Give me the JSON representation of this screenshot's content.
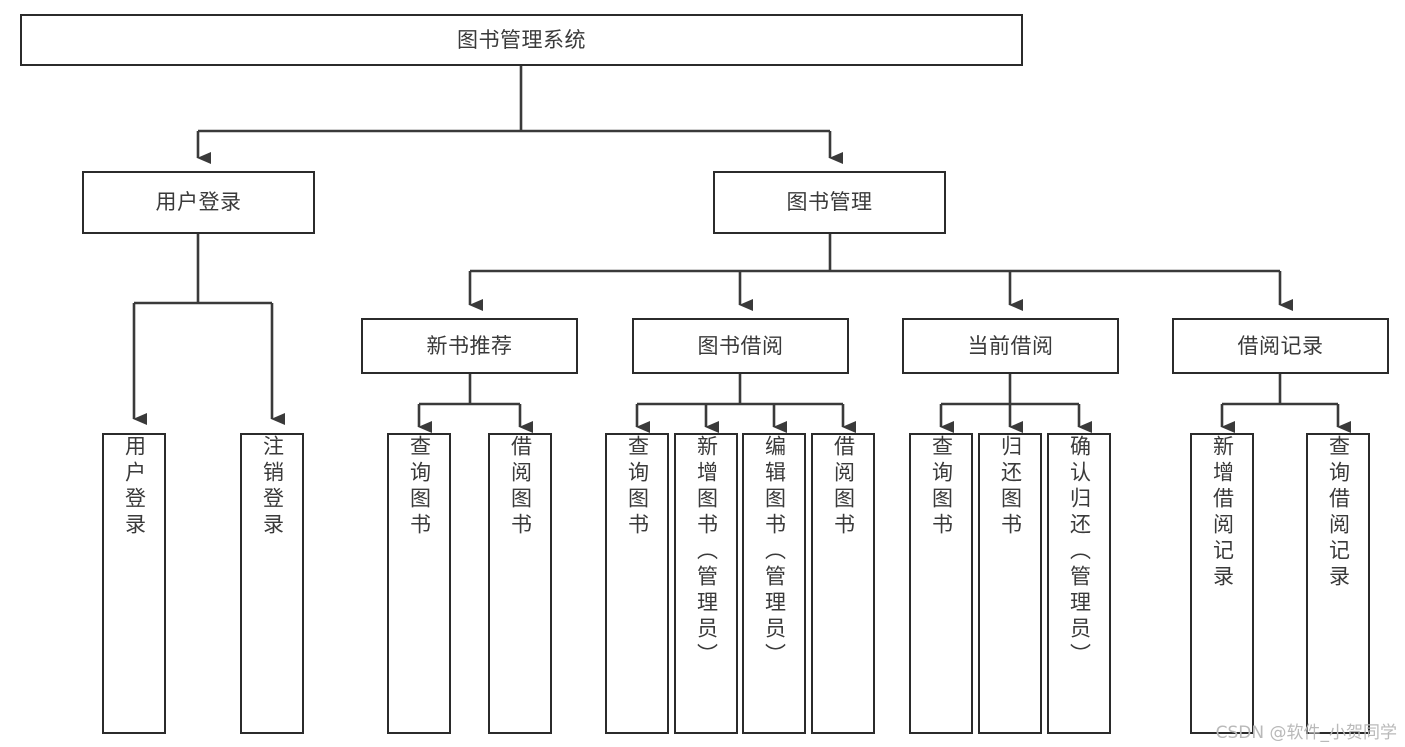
{
  "diagram": {
    "type": "hierarchy-tree",
    "title": "图书管理系统",
    "watermark": "CSDN @软件_小贺同学",
    "colors": {
      "box_border": "#2b2b2b",
      "box_fill": "#ffffff",
      "connector": "#3a3a3a",
      "text": "#3a3a3a",
      "watermark": "#b9b9b9",
      "background": "#ffffff"
    },
    "levels": {
      "root": {
        "label": "图书管理系统"
      },
      "level2": [
        {
          "id": "user-login",
          "label": "用户登录"
        },
        {
          "id": "book-management",
          "label": "图书管理"
        }
      ],
      "level3": [
        {
          "id": "new-book-recommend",
          "label": "新书推荐",
          "parent": "book-management"
        },
        {
          "id": "book-borrow",
          "label": "图书借阅",
          "parent": "book-management"
        },
        {
          "id": "current-borrow",
          "label": "当前借阅",
          "parent": "book-management"
        },
        {
          "id": "borrow-record",
          "label": "借阅记录",
          "parent": "book-management"
        }
      ],
      "leaves": [
        {
          "id": "leaf-user-login",
          "label": "用户登录",
          "parent": "user-login"
        },
        {
          "id": "leaf-logout",
          "label": "注销登录",
          "parent": "user-login"
        },
        {
          "id": "leaf-query-book-1",
          "label": "查询图书",
          "parent": "new-book-recommend"
        },
        {
          "id": "leaf-borrow-book-1",
          "label": "借阅图书",
          "parent": "new-book-recommend"
        },
        {
          "id": "leaf-query-book-2",
          "label": "查询图书",
          "parent": "book-borrow"
        },
        {
          "id": "leaf-add-book",
          "label": "新增图书（管理员）",
          "parent": "book-borrow"
        },
        {
          "id": "leaf-edit-book",
          "label": "编辑图书（管理员）",
          "parent": "book-borrow"
        },
        {
          "id": "leaf-borrow-book-2",
          "label": "借阅图书",
          "parent": "book-borrow"
        },
        {
          "id": "leaf-query-book-3",
          "label": "查询图书",
          "parent": "current-borrow"
        },
        {
          "id": "leaf-return-book",
          "label": "归还图书",
          "parent": "current-borrow"
        },
        {
          "id": "leaf-confirm-return",
          "label": "确认归还（管理员）",
          "parent": "current-borrow"
        },
        {
          "id": "leaf-add-record",
          "label": "新增借阅记录",
          "parent": "borrow-record"
        },
        {
          "id": "leaf-query-record",
          "label": "查询借阅记录",
          "parent": "borrow-record"
        }
      ]
    }
  }
}
